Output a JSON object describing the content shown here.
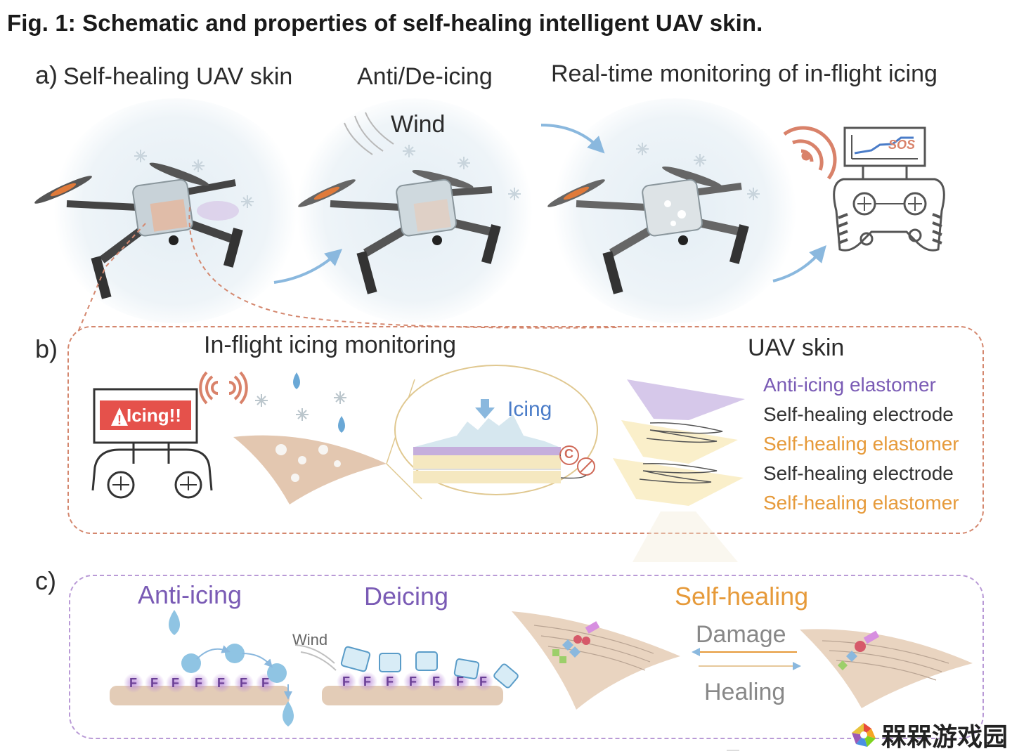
{
  "figure": {
    "title": "Fig. 1: Schematic and properties of self-healing intelligent UAV skin."
  },
  "panel_a": {
    "letter": "a)",
    "headings": [
      "Self-healing UAV skin",
      "Anti/De-icing",
      "Real-time monitoring of in-flight icing"
    ],
    "wind_label": "Wind",
    "screen_text": "SOS"
  },
  "panel_b": {
    "letter": "b)",
    "monitor_heading": "In-flight icing monitoring",
    "alert_text": "Icing!!",
    "icing_label": "Icing",
    "capacitance_symbol": "C",
    "skin_heading": "UAV skin",
    "layers": [
      {
        "label": "Anti-icing elastomer",
        "color": "#7a5bb5"
      },
      {
        "label": "Self-healing electrode",
        "color": "#333333"
      },
      {
        "label": "Self-healing elastomer",
        "color": "#e69a3a"
      },
      {
        "label": "Self-healing electrode",
        "color": "#333333"
      },
      {
        "label": "Self-healing elastomer",
        "color": "#e69a3a"
      }
    ]
  },
  "panel_c": {
    "letter": "c)",
    "anti_icing": "Anti-icing",
    "deicing": "Deicing",
    "self_healing": "Self-healing",
    "wind_label": "Wind",
    "damage_label": "Damage",
    "healing_label": "Healing",
    "fluorine_symbol": "F"
  },
  "watermark": {
    "text": "槑槑游戏园"
  },
  "colors": {
    "drone_orange": "#e07a3a",
    "drone_body": "#c8d2d8",
    "box_b_border": "#d4876e",
    "box_c_border": "#b99ad6",
    "purple_text": "#7a5bb5",
    "orange_text": "#e69a3a",
    "arrow_blue": "#8ab8de",
    "water_blue": "#6aa8d6"
  }
}
